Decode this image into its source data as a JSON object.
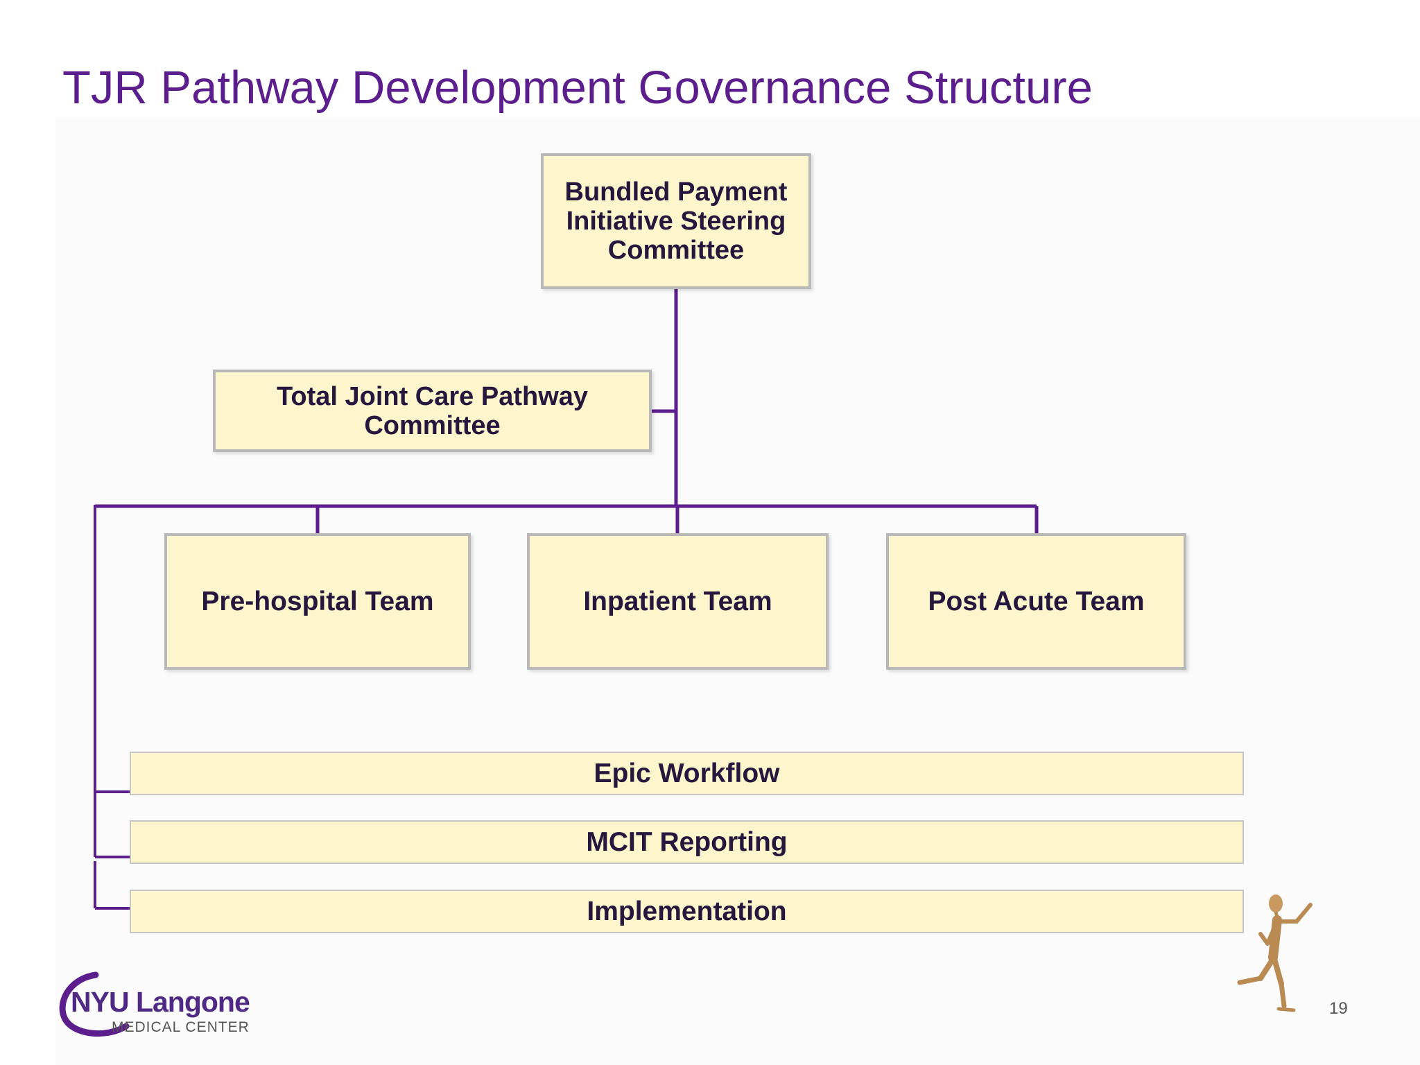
{
  "title": "TJR Pathway Development Governance Structure",
  "org_chart": {
    "top": {
      "line1": "Bundled Payment",
      "line2": "Initiative Steering",
      "line3": "Committee"
    },
    "side": {
      "line1": "Total Joint Care Pathway",
      "line2": "Committee"
    },
    "teams": [
      {
        "label": "Pre-hospital Team"
      },
      {
        "label": "Inpatient Team"
      },
      {
        "label": "Post Acute Team"
      }
    ],
    "workstreams": [
      {
        "label": "Epic Workflow"
      },
      {
        "label": "MCIT Reporting"
      },
      {
        "label": "Implementation"
      }
    ]
  },
  "logo": {
    "name": "NYU Langone",
    "subtitle": "MEDICAL CENTER"
  },
  "decoration": {
    "icon": "wooden-mannequin-running-icon"
  },
  "page_number": "19",
  "colors": {
    "title": "#5b1e8c",
    "connector": "#5b1e8c",
    "box_fill": "#fdf6cc",
    "box_border": "#b9b9b9",
    "box_text": "#26183d"
  }
}
